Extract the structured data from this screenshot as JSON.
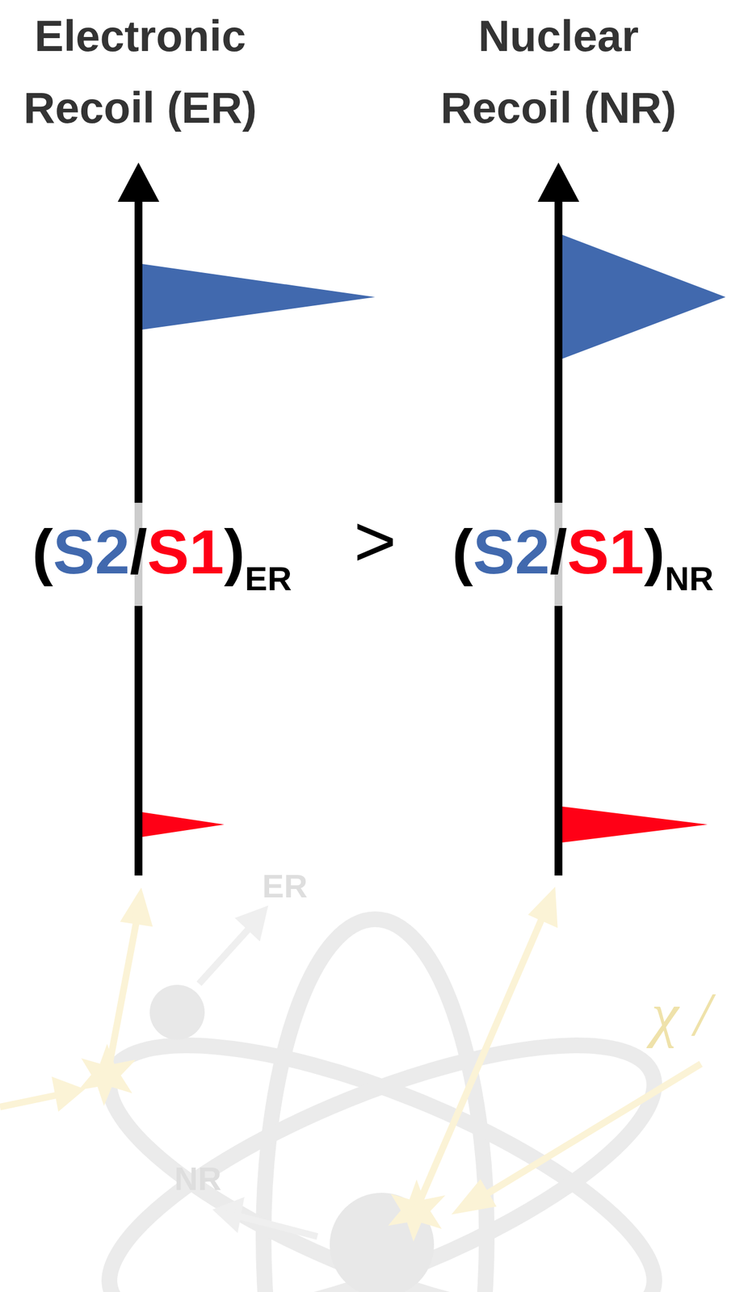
{
  "diagram": {
    "labels": [
      "Electronic Recoil (ER)",
      "Nuclear Recoil (NR)",
      "(",
      "S2",
      "/",
      "S1",
      ")",
      "ER",
      ">",
      "(",
      "S2",
      "/",
      "S1",
      ")",
      "NR",
      "ER",
      "NR",
      "χ /"
    ]
  }
}
